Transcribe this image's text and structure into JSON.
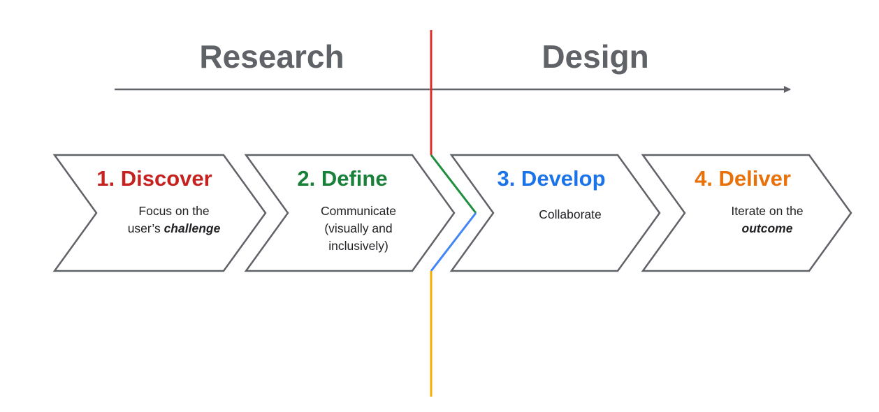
{
  "phases": {
    "research": "Research",
    "design": "Design"
  },
  "colors": {
    "red": "#d93025",
    "green": "#1e8e3e",
    "blue": "#1a73e8",
    "yellow": "#f9ab00",
    "orange": "#e8710a",
    "gray": "#5f6368",
    "text": "#202124"
  },
  "steps": [
    {
      "title": "1. Discover",
      "color": "#c5221f",
      "lines": [
        {
          "text": "Focus on the"
        },
        {
          "text": "user’s ",
          "emphasis": "challenge"
        }
      ]
    },
    {
      "title": "2. Define",
      "color": "#188038",
      "lines": [
        {
          "text": "Communicate"
        },
        {
          "text": "(visually and"
        },
        {
          "text": "inclusively)"
        }
      ]
    },
    {
      "title": "3. Develop",
      "color": "#1a73e8",
      "lines": [
        {
          "text": "Collaborate"
        }
      ]
    },
    {
      "title": "4. Deliver",
      "color": "#e8710a",
      "lines": [
        {
          "text": "Iterate on the"
        },
        {
          "text": "",
          "emphasis": "outcome"
        }
      ]
    }
  ]
}
